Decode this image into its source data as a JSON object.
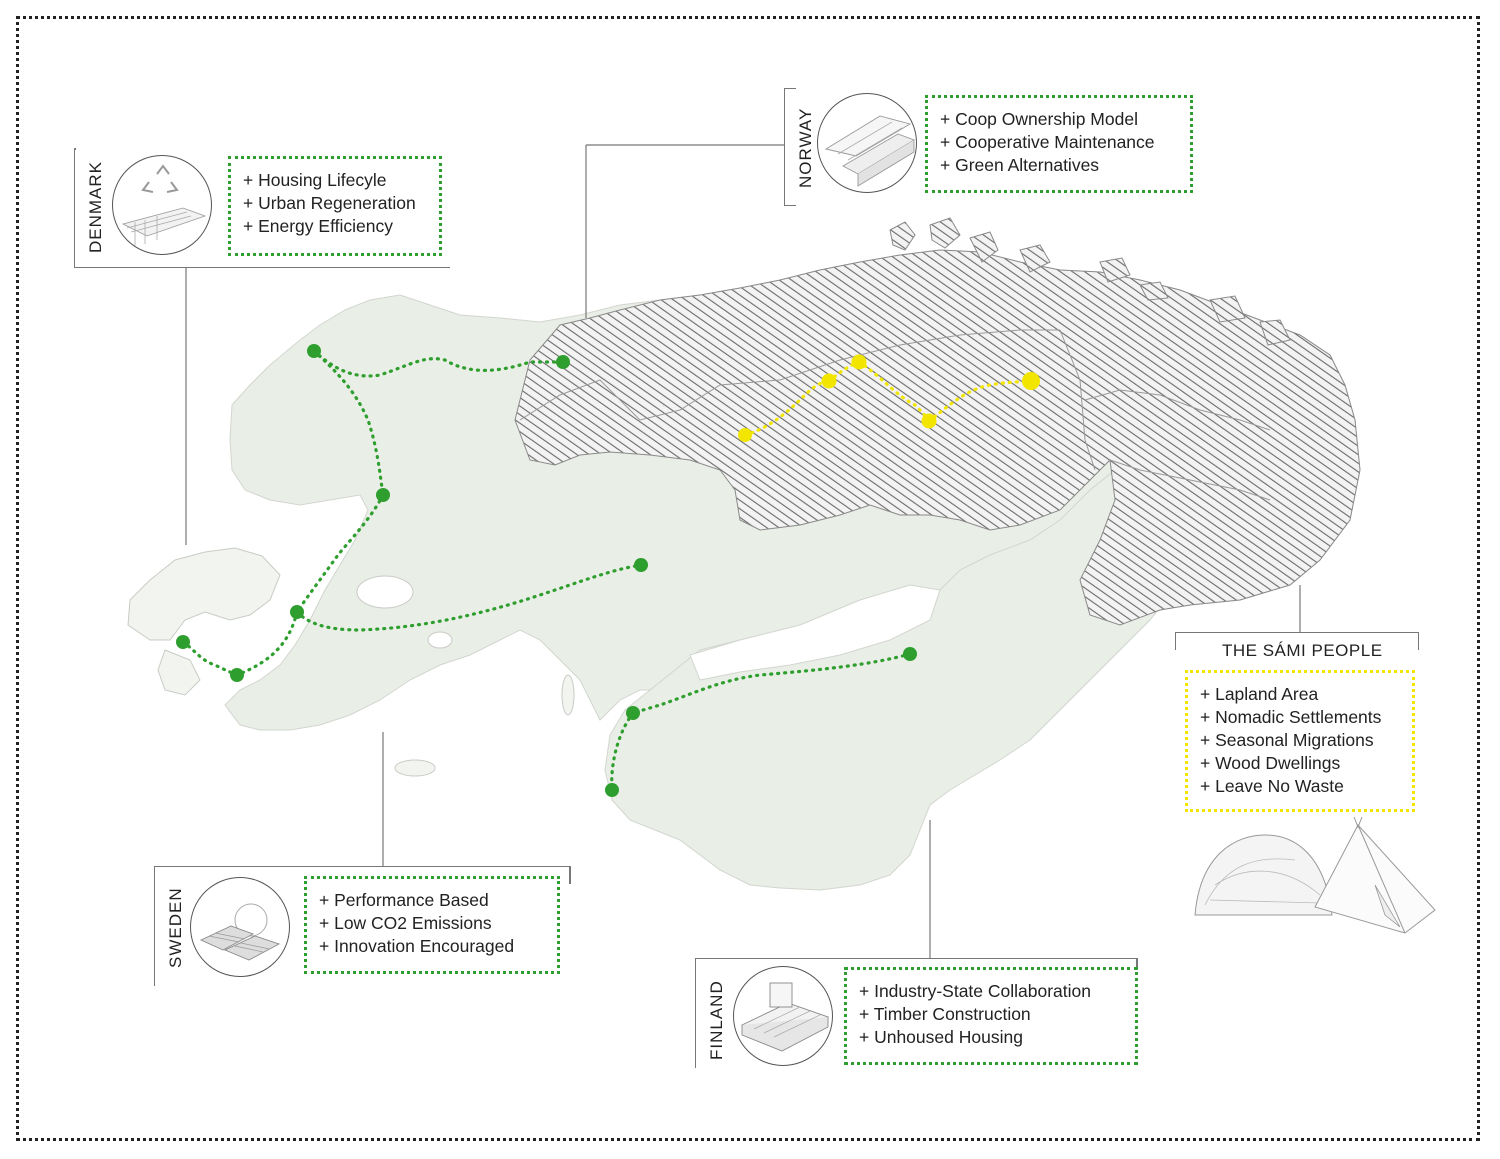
{
  "colors": {
    "accent_green": "#2e9e2e",
    "accent_yellow": "#f2e600",
    "land_fill": "#e9eee6",
    "sapmi_fill": "#6b6b6b"
  },
  "regions": {
    "denmark": {
      "label": "DENMARK",
      "icon": "recycle-lumber-icon",
      "items": [
        "+ Housing Lifecyle",
        "+ Urban Regeneration",
        "+ Energy Efficiency"
      ]
    },
    "norway": {
      "label": "NORWAY",
      "icon": "timber-beams-icon",
      "items": [
        "+ Coop Ownership Model",
        "+ Cooperative Maintenance",
        "+ Green Alternatives"
      ]
    },
    "sweden": {
      "label": "SWEDEN",
      "icon": "solar-panel-icon",
      "items": [
        "+ Performance Based",
        "+ Low CO2 Emissions",
        "+ Innovation Encouraged"
      ]
    },
    "finland": {
      "label": "FINLAND",
      "icon": "modular-construction-icon",
      "items": [
        "+ Industry-State Collaboration",
        "+ Timber Construction",
        "+ Unhoused Housing"
      ]
    },
    "sami": {
      "title": "THE SÁMI PEOPLE",
      "icons": [
        "turf-hut-icon",
        "lavvu-tent-icon"
      ],
      "items": [
        "+ Lapland Area",
        "+ Nomadic Settlements",
        "+ Seasonal Migrations",
        "+ Wood Dwellings",
        "+ Leave No Waste"
      ]
    }
  }
}
